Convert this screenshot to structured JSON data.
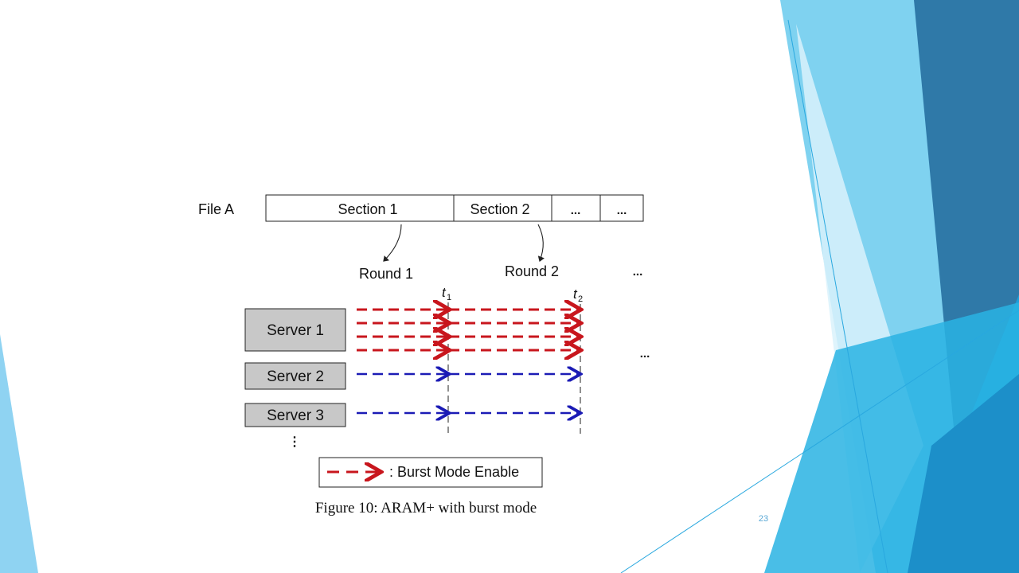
{
  "slide": {
    "number": "23"
  },
  "diagram": {
    "file_label": "File A",
    "sections": [
      "Section 1",
      "Section 2",
      "...",
      "..."
    ],
    "rounds": [
      "Round 1",
      "Round 2",
      "..."
    ],
    "time_markers": [
      "t",
      "t"
    ],
    "time_subscripts": [
      "1",
      "2"
    ],
    "servers": [
      "Server 1",
      "Server 2",
      "Server 3"
    ],
    "server_ellipsis": "⋮",
    "row_ellipsis": "...",
    "legend_label": ": Burst Mode Enable",
    "caption": "Figure 10: ARAM+ with burst mode"
  },
  "colors": {
    "burst": "#c8161d",
    "normal": "#1b1bb5",
    "server_fill": "#c8c8c8",
    "accent_blue": "#29a8df"
  }
}
